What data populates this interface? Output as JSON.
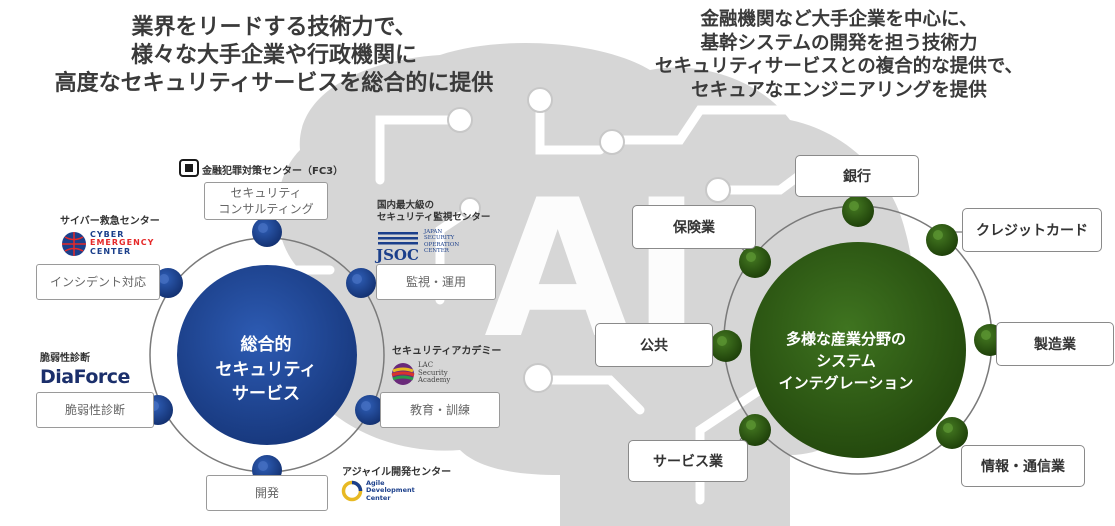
{
  "left_headline": {
    "lines": [
      "業界をリードする技術力で、",
      "様々な大手企業や行政機関に",
      "高度なセキュリティサービスを総合的に提供"
    ]
  },
  "right_headline": {
    "lines": [
      "金融機関など大手企業を中心に、",
      "基幹システムの開発を担う技術力",
      "セキュリティサービスとの複合的な提供で、",
      "セキュアなエンジニアリングを提供"
    ]
  },
  "ai_text": "AI",
  "left_diagram": {
    "center_lines": [
      "総合的",
      "セキュリティ",
      "サービス"
    ],
    "services": {
      "consulting": [
        "セキュリティ",
        "コンサルティング"
      ],
      "monitoring": "監視・運用",
      "education": "教育・訓練",
      "development": "開発",
      "assessment": "脆弱性診断",
      "incident": "インシデント対応"
    },
    "organizations": {
      "fc3": {
        "name": "金融犯罪対策センター（FC3）"
      },
      "jsoc": {
        "caption_lines": [
          "国内最大級の",
          "セキュリティ監視センター"
        ],
        "logo_text": "JSOC",
        "logo_sub": [
          "JAPAN",
          "SECURITY",
          "OPERATION",
          "CENTER"
        ]
      },
      "academy": {
        "name": "セキュリティアカデミー",
        "logo_lines": [
          "LAC",
          "Security",
          "Academy"
        ]
      },
      "agile": {
        "name": "アジャイル開発センター",
        "logo_lines": [
          "Agile",
          "Development",
          "Center"
        ]
      },
      "diaforce": {
        "caption": "脆弱性診断",
        "logo_text": "DiaForce"
      },
      "cyber": {
        "caption": "サイバー救急センター",
        "logo_lines": [
          "CYBER",
          "EMERGENCY",
          "CENTER"
        ]
      }
    }
  },
  "right_diagram": {
    "center_lines": [
      "多様な産業分野の",
      "システム",
      "インテグレーション"
    ],
    "industries": {
      "bank": "銀行",
      "credit": "クレジットカード",
      "manufacturing": "製造業",
      "telecom": "情報・通信業",
      "services": "サービス業",
      "public": "公共",
      "insurance": "保険業"
    }
  },
  "colors": {
    "left_node": "#1b3f8b",
    "right_node": "#2f5a16",
    "brain": "#d6d6d6",
    "text": "#3a3a3a"
  }
}
